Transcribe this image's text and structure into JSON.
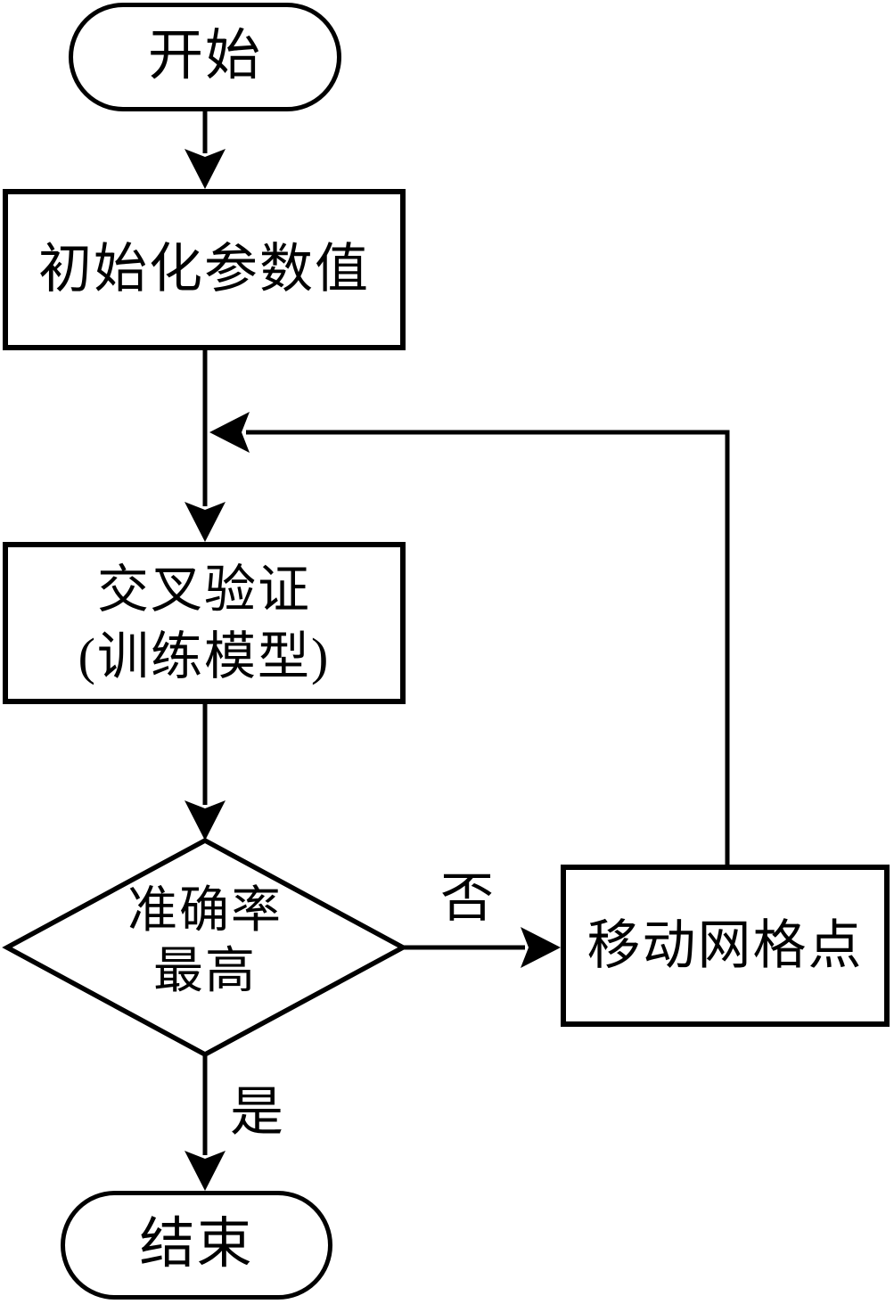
{
  "flowchart": {
    "nodes": {
      "start": {
        "label": "开始",
        "type": "terminator"
      },
      "init": {
        "label": "初始化参数值",
        "type": "process"
      },
      "cross_validation": {
        "line1": "交叉验证",
        "line2": "(训练模型)",
        "type": "process"
      },
      "decision": {
        "line1": "准确率",
        "line2": "最高",
        "type": "decision"
      },
      "move_grid": {
        "label": "移动网格点",
        "type": "process"
      },
      "end": {
        "label": "结束",
        "type": "terminator"
      }
    },
    "edge_labels": {
      "no": "否",
      "yes": "是"
    },
    "colors": {
      "stroke": "#000000",
      "fill": "#ffffff"
    }
  }
}
